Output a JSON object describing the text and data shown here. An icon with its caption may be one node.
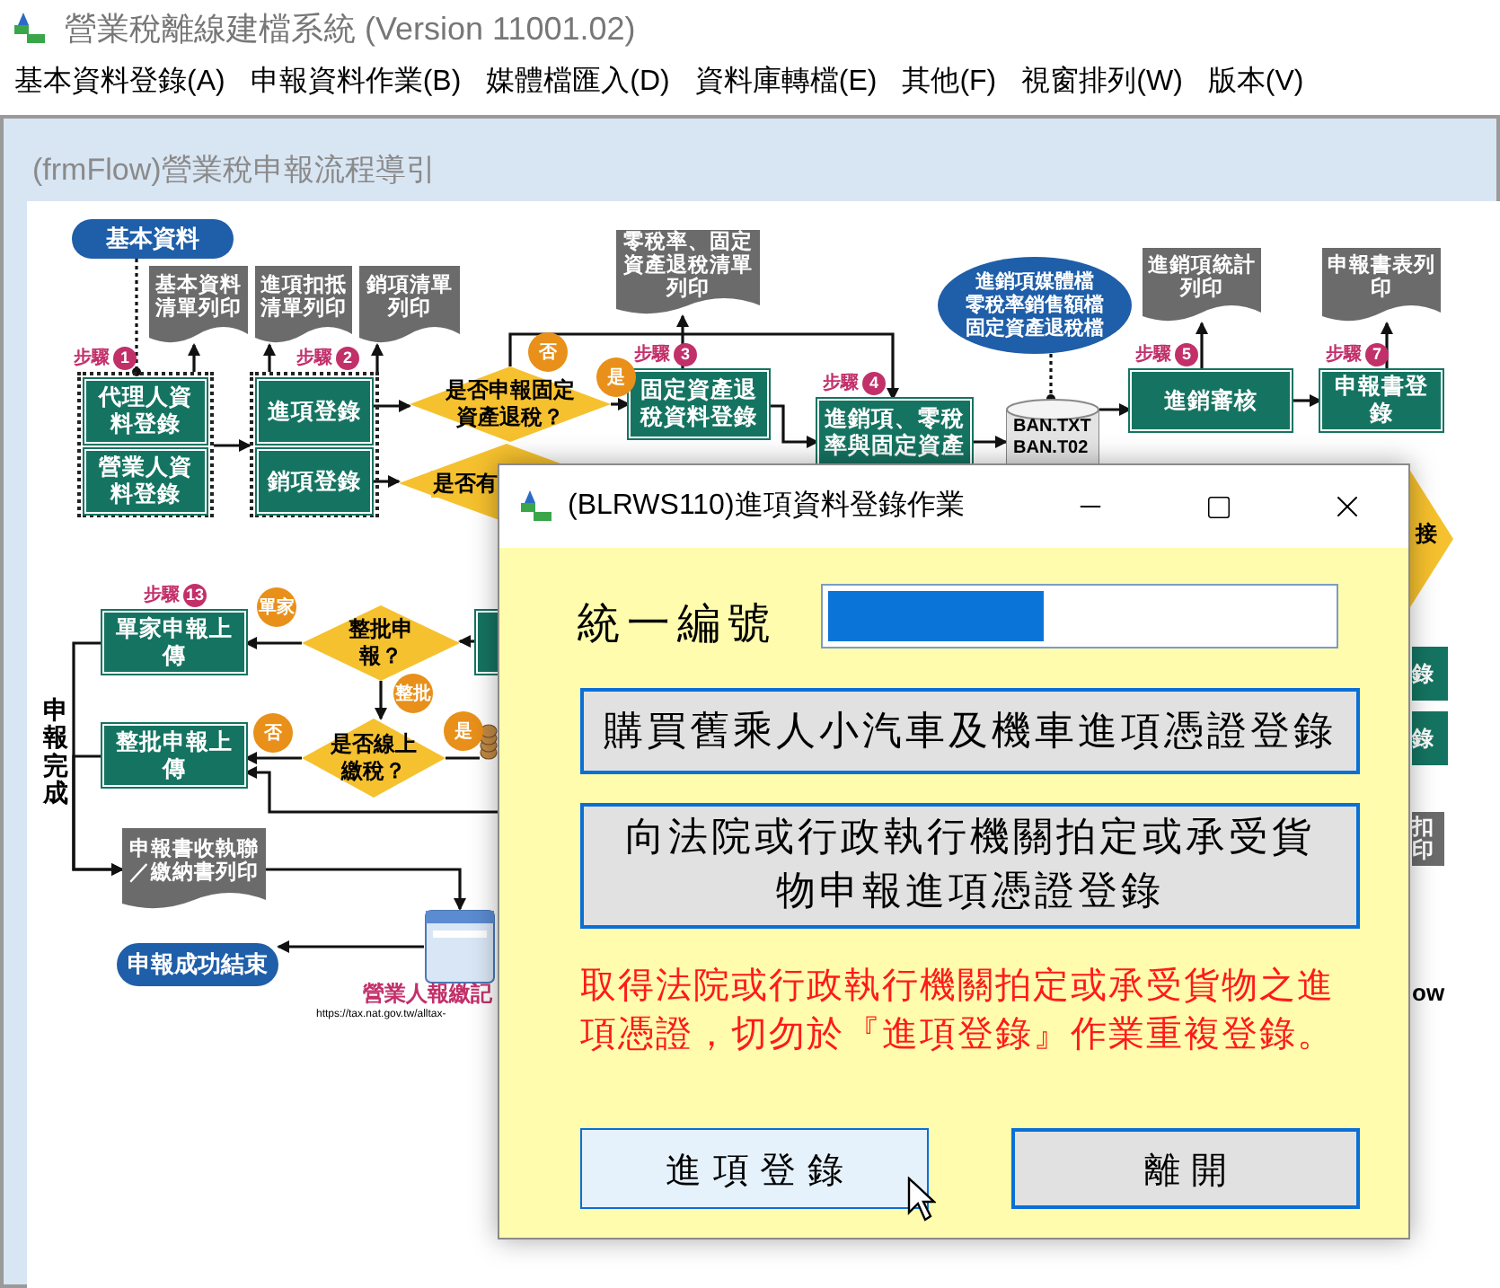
{
  "diagram": {
    "title": "營業稅離線建檔系統 (Version 11001.02)",
    "nodes": [
      {
        "text": [
          "基本資料"
        ]
      },
      {
        "text": [
          "基本資料清單列印"
        ]
      },
      {
        "text": [
          "進項扣抵清單列印"
        ]
      },
      {
        "text": [
          "銷項清單列印"
        ]
      },
      {
        "text": [],
        "shape": "box",
        "beside": [
          "步驟",
          "1"
        ]
      },
      {
        "text": [
          "代理人資料登錄"
        ],
        "in": 4
      },
      {
        "text": [
          "營業人資料登錄"
        ],
        "in": 4
      },
      {
        "text": [],
        "shape": "box",
        "beside": [
          "步驟",
          "2"
        ]
      },
      {
        "text": [
          "進項登錄"
        ],
        "in": 7
      },
      {
        "text": [
          "銷項登錄"
        ],
        "in": 7
      },
      {
        "text": [
          "是否申報固定資產退稅？"
        ]
      },
      {
        "text": [
          "是否有"
        ]
      },
      {
        "text": [
          "零稅率、固定資產退稅清單列印"
        ]
      },
      {
        "text": [
          "固定資產退稅資料登錄"
        ],
        "beside": [
          "步驟",
          "3"
        ]
      },
      {
        "text": [
          "進銷項、零稅率與固定資產"
        ],
        "beside": [
          "步驟",
          "4"
        ]
      },
      {
        "text": [
          "進銷項媒體檔",
          "零稅率銷售額檔",
          "固定資產退稅檔"
        ]
      },
      {
        "text": [
          "BAN.TXT",
          "BAN.T02"
        ]
      },
      {
        "text": [
          "進銷項統計列印"
        ]
      },
      {
        "text": [
          "進銷審核"
        ],
        "beside": [
          "步驟",
          "5"
        ]
      },
      {
        "text": [
          "申報書表列印"
        ]
      },
      {
        "text": [
          "申報書登錄"
        ],
        "beside": [
          "步驟",
          "7"
        ]
      },
      {
        "text": [
          "單家申報上傳"
        ],
        "beside": [
          "步驟",
          "13"
        ]
      },
      {
        "text": [
          "整批申報？"
        ]
      },
      {
        "text": [
          "是否線上繳稅？"
        ]
      },
      {
        "text": [
          "整批申報上傳"
        ]
      },
      {
        "text": [
          "申報書收執聯／繳納書列印"
        ]
      },
      {
        "text": [
          "申報成功結束"
        ]
      },
      {
        "text": [],
        "shape": "picture",
        "beside": [
          "營業人報繳記",
          "https://tax.nat.gov.tw/alltax-"
        ]
      },
      {
        "text": [],
        "shape": "box"
      },
      {
        "text": [],
        "shape": "picture"
      }
    ],
    "edges": [
      {
        "from": 0,
        "to": 4,
        "arrow": "other",
        "style": "dashed"
      },
      {
        "from": 4,
        "to": 1,
        "arrow": "to"
      },
      {
        "from": 7,
        "to": 2,
        "arrow": "to"
      },
      {
        "from": 7,
        "to": 3,
        "arrow": "to"
      },
      {
        "from": 4,
        "to": 7,
        "arrow": "to"
      },
      {
        "from": 8,
        "to": 10,
        "arrow": "to"
      },
      {
        "from": 9,
        "to": 11,
        "arrow": "to"
      },
      {
        "from": 10,
        "to": 13,
        "arrow": "to",
        "label": "是"
      },
      {
        "from": 10,
        "to": 14,
        "arrow": "to",
        "label": "否"
      },
      {
        "from": 13,
        "to": 12,
        "arrow": "to"
      },
      {
        "from": 13,
        "to": 14,
        "arrow": "to"
      },
      {
        "from": 14,
        "to": 16,
        "arrow": "to"
      },
      {
        "from": 15,
        "to": 16,
        "arrow": "other",
        "style": "dashed"
      },
      {
        "from": 16,
        "to": 18,
        "arrow": "to"
      },
      {
        "from": 18,
        "to": 17,
        "arrow": "to"
      },
      {
        "from": 18,
        "to": 20,
        "arrow": "to"
      },
      {
        "from": 20,
        "to": 19,
        "arrow": "to"
      },
      {
        "from": 28,
        "to": 22,
        "arrow": "to"
      },
      {
        "from": 22,
        "to": 21,
        "arrow": "to",
        "label": "單家"
      },
      {
        "from": 22,
        "to": 23,
        "arrow": "to",
        "label": "整批"
      },
      {
        "from": 23,
        "to": 24,
        "arrow": "to",
        "label": "否"
      },
      {
        "from": 23,
        "to": 29,
        "arrow": "none",
        "label": "是"
      },
      {
        "from": null,
        "to": 24,
        "arrow": "to"
      },
      {
        "from": 21,
        "to": 25,
        "arrow": "to"
      },
      {
        "from": 24,
        "to": 25,
        "arrow": "to"
      },
      {
        "from": 25,
        "to": 27,
        "arrow": "to"
      },
      {
        "from": 27,
        "to": 26,
        "arrow": "to"
      }
    ],
    "labels": [
      "基本資料登錄(A)",
      "申報資料作業(B)",
      "媒體檔匯入(D)",
      "資料庫轉檔(E)",
      "其他(F)",
      "視窗排列(W)",
      "版本(V)",
      "(frmFlow)營業稅申報流程導引",
      "申報完成",
      "接",
      "錄",
      "錄",
      "扣印",
      "ow",
      "(BLRWS110)進項資料登錄作業",
      "統一編號",
      "購買舊乘人小汽車及機車進項憑證登錄",
      "向法院或行政執行機關拍定或承受貨物申報進項憑證登錄",
      "取得法院或行政執行機關拍定或承受貨物之進項憑證，切勿於『進項登錄』作業重複登錄。",
      "進 項 登 錄",
      "離 開"
    ]
  }
}
